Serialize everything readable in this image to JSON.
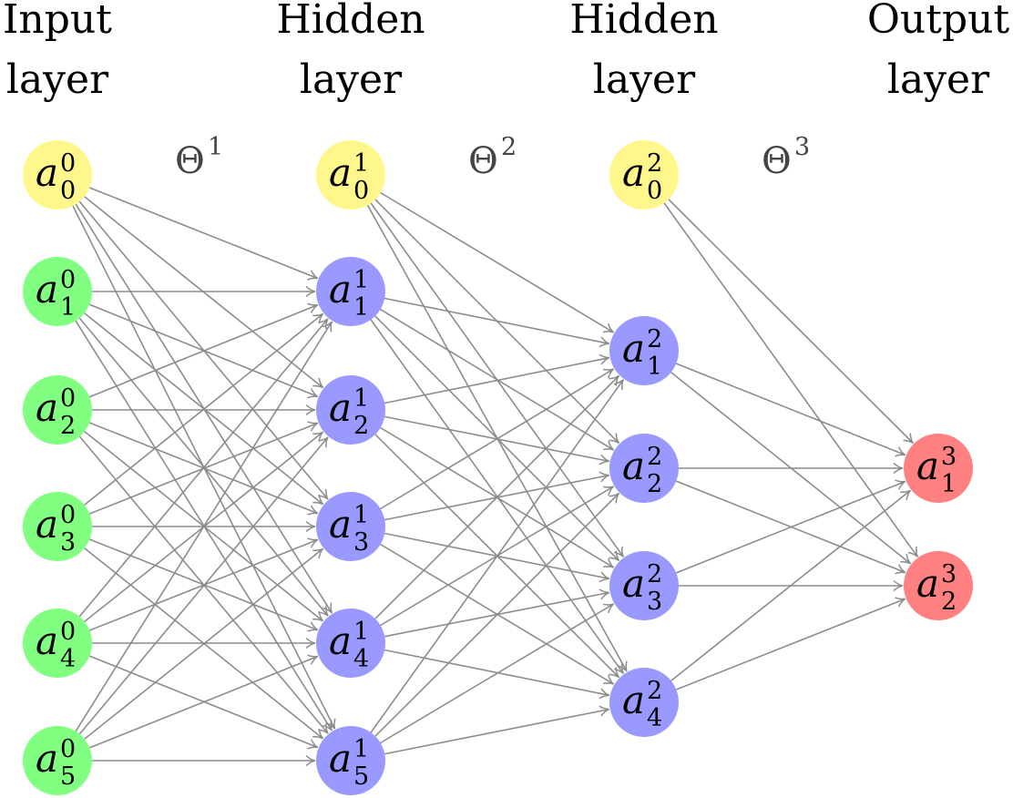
{
  "diagram": {
    "type": "neural-network",
    "layer_titles": [
      {
        "line1": "Input",
        "line2": "layer"
      },
      {
        "line1": "Hidden",
        "line2": "layer"
      },
      {
        "line1": "Hidden",
        "line2": "layer"
      },
      {
        "line1": "Output",
        "line2": "layer"
      }
    ],
    "weight_labels": [
      {
        "symbol": "Θ",
        "sup": "1"
      },
      {
        "symbol": "Θ",
        "sup": "2"
      },
      {
        "symbol": "Θ",
        "sup": "3"
      }
    ],
    "colors": {
      "bias": "#fff68c",
      "input": "#80ff80",
      "hidden": "#9999ff",
      "output": "#ff8080",
      "edge": "#8c8c8c",
      "theta": "#444444"
    },
    "layers": [
      {
        "kind": "input",
        "has_bias": true,
        "nodes": [
          {
            "var": "a",
            "sup": "0",
            "sub": "0",
            "bias": true
          },
          {
            "var": "a",
            "sup": "0",
            "sub": "1"
          },
          {
            "var": "a",
            "sup": "0",
            "sub": "2"
          },
          {
            "var": "a",
            "sup": "0",
            "sub": "3"
          },
          {
            "var": "a",
            "sup": "0",
            "sub": "4"
          },
          {
            "var": "a",
            "sup": "0",
            "sub": "5"
          }
        ]
      },
      {
        "kind": "hidden",
        "has_bias": true,
        "nodes": [
          {
            "var": "a",
            "sup": "1",
            "sub": "0",
            "bias": true
          },
          {
            "var": "a",
            "sup": "1",
            "sub": "1"
          },
          {
            "var": "a",
            "sup": "1",
            "sub": "2"
          },
          {
            "var": "a",
            "sup": "1",
            "sub": "3"
          },
          {
            "var": "a",
            "sup": "1",
            "sub": "4"
          },
          {
            "var": "a",
            "sup": "1",
            "sub": "5"
          }
        ]
      },
      {
        "kind": "hidden",
        "has_bias": true,
        "nodes": [
          {
            "var": "a",
            "sup": "2",
            "sub": "0",
            "bias": true
          },
          {
            "var": "a",
            "sup": "2",
            "sub": "1"
          },
          {
            "var": "a",
            "sup": "2",
            "sub": "2"
          },
          {
            "var": "a",
            "sup": "2",
            "sub": "3"
          },
          {
            "var": "a",
            "sup": "2",
            "sub": "4"
          }
        ]
      },
      {
        "kind": "output",
        "has_bias": false,
        "nodes": [
          {
            "var": "a",
            "sup": "3",
            "sub": "1"
          },
          {
            "var": "a",
            "sup": "3",
            "sub": "2"
          }
        ]
      }
    ],
    "connectivity": "fully connected: every node of layer L (including bias) to every non-bias node of layer L+1"
  }
}
